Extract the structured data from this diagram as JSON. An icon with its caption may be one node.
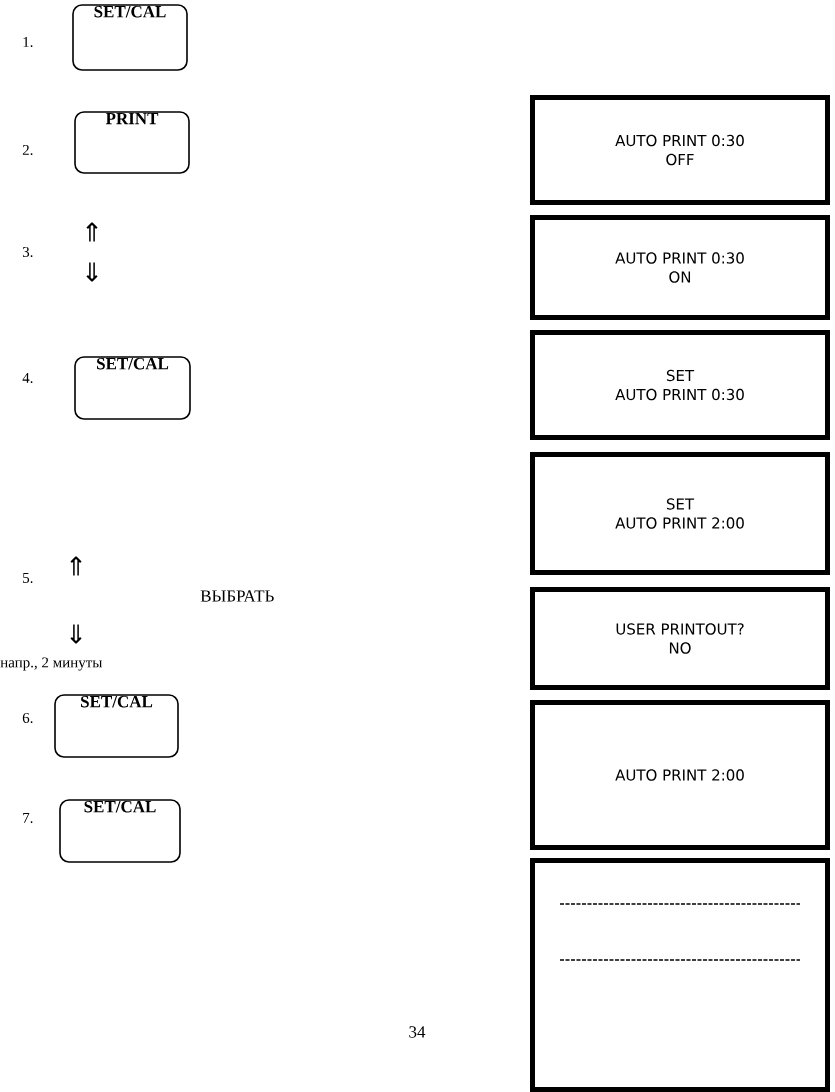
{
  "diagram": {
    "nodes": [
      {
        "text": [
          "SET/CAL"
        ]
      },
      {
        "text": [
          "PRINT"
        ]
      },
      {
        "text": [
          "AUTO PRINT 0:30 OFF"
        ]
      },
      {
        "text": [
          "AUTO PRINT 0:30 ON"
        ]
      },
      {
        "text": [
          "SET/CAL"
        ]
      },
      {
        "text": [
          "SET AUTO PRINT 0:30"
        ]
      },
      {
        "text": [
          "SET AUTO PRINT 2:00"
        ]
      },
      {
        "text": [
          "SET/CAL"
        ]
      },
      {
        "text": [
          "USER PRINTOUT? NO"
        ]
      },
      {
        "text": [
          "SET/CAL"
        ]
      },
      {
        "text": [
          "AUTO PRINT 2:00"
        ]
      },
      {
        "text": [],
        "shape": "box"
      }
    ],
    "edges": [],
    "labels": [
      "1.",
      "2.",
      "3.",
      "⇑",
      "⇓",
      "4.",
      "5.",
      "⇑",
      "ВЫБРАТЬ",
      "⇓",
      "напр., 2 минуты",
      "6.",
      "7.",
      "34"
    ]
  }
}
